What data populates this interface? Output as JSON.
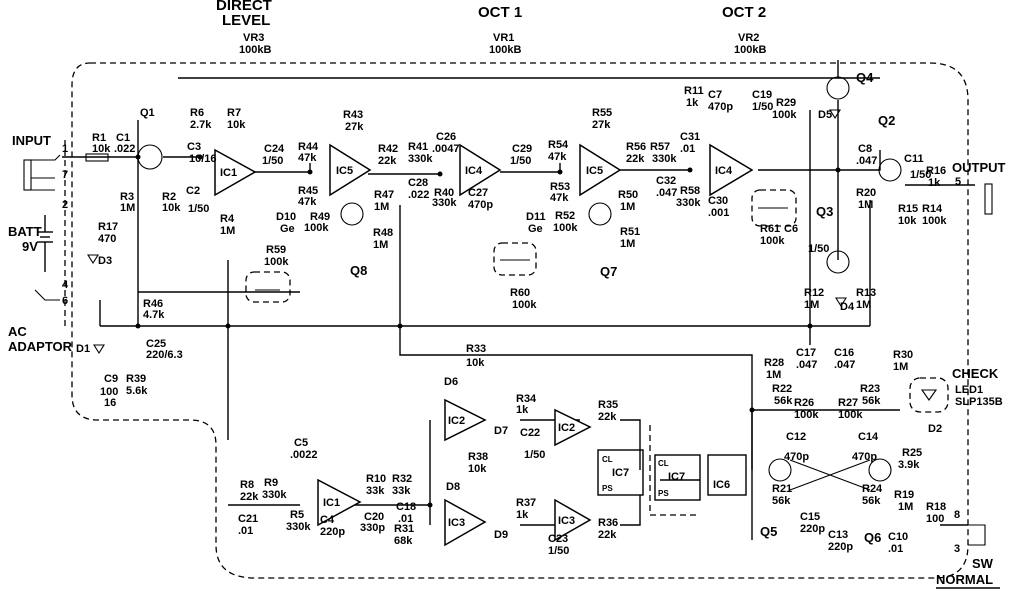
{
  "header": {
    "direct_level_line1": "DIRECT",
    "direct_level_line2": "LEVEL",
    "oct1": "OCT 1",
    "oct2": "OCT 2",
    "vr3": "VR3",
    "vr3_val": "100kB",
    "vr1": "VR1",
    "vr1_val": "100kB",
    "vr2": "VR2",
    "vr2_val": "100kB"
  },
  "io": {
    "input": "INPUT",
    "output": "OUTPUT",
    "batt": "BATT",
    "batt_v": "9V",
    "ac1": "AC",
    "ac2": "ADAPTOR",
    "check": "CHECK",
    "led": "LED1",
    "led_part": "SLP135B",
    "sw": "SW",
    "normal": "NORMAL"
  },
  "transistors": [
    "Q1",
    "Q2",
    "Q3",
    "Q4",
    "Q5",
    "Q6",
    "Q7",
    "Q8"
  ],
  "ics": {
    "ic1a": "IC1",
    "ic5a": "IC5",
    "ic4a": "IC4",
    "ic5b": "IC5",
    "ic4b": "IC4",
    "ic2a": "IC2",
    "ic2b": "IC2",
    "ic1b": "IC1",
    "ic3a": "IC3",
    "ic3b": "IC3",
    "ic7a": "IC7",
    "ic7b": "IC7",
    "ic6": "IC6"
  },
  "components": {
    "r1": "R1",
    "r1v": "10k",
    "c1": "C1",
    "c1v": ".022",
    "r2": "R2",
    "r2v": "10k",
    "r3": "R3",
    "r3v": "1M",
    "r17": "R17",
    "r17v": "470",
    "d3": "D3",
    "r46": "R46",
    "r46v": "4.7k",
    "c25": "C25",
    "c25v": "220/6.3",
    "d1": "D1",
    "c9": "C9",
    "c9v1": "100",
    "c9v2": "16",
    "r39": "R39",
    "r39v": "5.6k",
    "r6": "R6",
    "r6v": "2.7k",
    "r7": "R7",
    "r7v": "10k",
    "c3": "C3",
    "c3v": "10/16",
    "c2": "C2",
    "c2v": "1/50",
    "r4": "R4",
    "r4v": "1M",
    "c24": "C24",
    "c24v": "1/50",
    "r44": "R44",
    "r44v": "47k",
    "r45": "R45",
    "r45v": "47k",
    "r43": "R43",
    "r43v": "27k",
    "d10": "D10",
    "d10v": "Ge",
    "r49": "R49",
    "r49v": "100k",
    "r47": "R47",
    "r47v": "1M",
    "r48": "R48",
    "r48v": "1M",
    "r42": "R42",
    "r42v": "22k",
    "r41": "R41",
    "r41v": "330k",
    "c28": "C28",
    "c28v": ".022",
    "c26": "C26",
    "c26v": ".0047",
    "r40": "R40",
    "r40v": "330k",
    "c27": "C27",
    "c27v": "470p",
    "c29": "C29",
    "c29v": "1/50",
    "r54": "R54",
    "r54v": "47k",
    "r53": "R53",
    "r53v": "47k",
    "r55": "R55",
    "r55v": "27k",
    "d11": "D11",
    "d11v": "Ge",
    "r52": "R52",
    "r52v": "100k",
    "r50": "R50",
    "r50v": "1M",
    "r51": "R51",
    "r51v": "1M",
    "r56": "R56",
    "r56v": "22k",
    "r57": "R57",
    "r57v": "330k",
    "c32": "C32",
    "c32v": ".047",
    "r58": "R58",
    "r58v": "330k",
    "c31": "C31",
    "c31v": ".01",
    "c30": "C30",
    "c30v": ".001",
    "r61": "R61",
    "r61v": "100k",
    "r59": "R59",
    "r59v": "100k",
    "r60": "R60",
    "r60v": "100k",
    "r11": "R11",
    "r11v": "1k",
    "c7": "C7",
    "c7v": "470p",
    "c19": "C19",
    "c19v": "1/50",
    "r29": "R29",
    "r29v": "100k",
    "d5": "D5",
    "c8": "C8",
    "c8v": ".047",
    "c11": "C11",
    "c11v": "1/50",
    "r16": "R16",
    "r16v": "1k",
    "r20": "R20",
    "r20v": "1M",
    "r15": "R15",
    "r15v": "10k",
    "r14": "R14",
    "r14v": "100k",
    "c6": "C6",
    "c6v": "1/50",
    "r12": "R12",
    "r12v": "1M",
    "r13": "R13",
    "r13v": "1M",
    "d4": "D4",
    "r33": "R33",
    "r33v": "10k",
    "d6": "D6",
    "d7": "D7",
    "r34": "R34",
    "r34v": "1k",
    "c22": "C22",
    "c22v": "1/50",
    "r35": "R35",
    "r35v": "22k",
    "r38": "R38",
    "r38v": "10k",
    "d8": "D8",
    "d9": "D9",
    "r37": "R37",
    "r37v": "1k",
    "c23": "C23",
    "c23v": "1/50",
    "r36": "R36",
    "r36v": "22k",
    "c5": "C5",
    "c5v": ".0022",
    "r8": "R8",
    "r8v": "22k",
    "r9": "R9",
    "r9v": "330k",
    "c21": "C21",
    "c21v": ".01",
    "r5": "R5",
    "r5v": "330k",
    "c4": "C4",
    "c4v": "220p",
    "r10": "R10",
    "r10v": "33k",
    "r32": "R32",
    "r32v": "33k",
    "c20": "C20",
    "c20v": "330p",
    "c18": "C18",
    "c18v": ".01",
    "r31": "R31",
    "r31v": "68k",
    "r28": "R28",
    "r28v": "1M",
    "c17": "C17",
    "c17v": ".047",
    "c16": "C16",
    "c16v": ".047",
    "r30": "R30",
    "r30v": "1M",
    "r22": "R22",
    "r22v": "56k",
    "r26": "R26",
    "r26v": "100k",
    "r27": "R27",
    "r27v": "100k",
    "r23": "R23",
    "r23v": "56k",
    "c12": "C12",
    "c12v": "470p",
    "c14": "C14",
    "c14v": "470p",
    "r25": "R25",
    "r25v": "3.9k",
    "d2": "D2",
    "r21": "R21",
    "r21v": "56k",
    "c15": "C15",
    "c15v": "220p",
    "r24": "R24",
    "r24v": "56k",
    "c13": "C13",
    "c13v": "220p",
    "r19": "R19",
    "r19v": "1M",
    "r18": "R18",
    "r18v": "100",
    "c10": "C10",
    "c10v": ".01"
  }
}
